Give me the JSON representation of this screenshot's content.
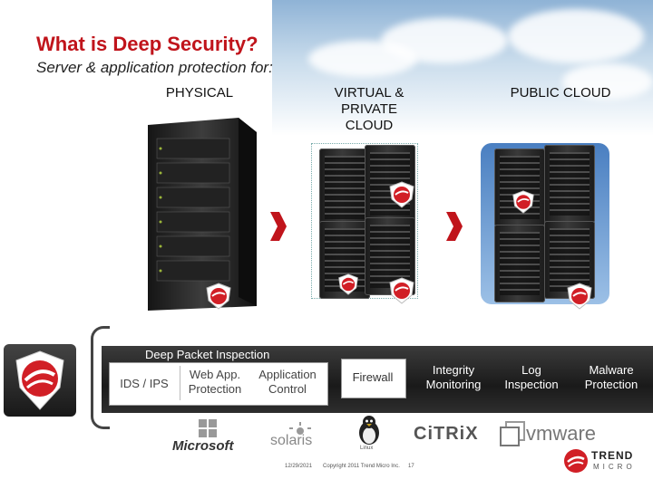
{
  "slide": {
    "title": "What is Deep Security?",
    "subtitle": "Server & application protection for:"
  },
  "columns": {
    "physical": "PHYSICAL",
    "virtual": "VIRTUAL &\nPRIVATE\nCLOUD",
    "public": "PUBLIC CLOUD"
  },
  "modules": {
    "dpi_title": "Deep Packet Inspection",
    "ids": "IDS / IPS",
    "webapp": "Web App.\nProtection",
    "appcontrol": "Application\nControl",
    "firewall": "Firewall",
    "integrity": "Integrity\nMonitoring",
    "log": "Log\nInspection",
    "malware": "Malware\nProtection"
  },
  "logos": {
    "microsoft": "Microsoft",
    "solaris": "solaris",
    "linux": "Linux",
    "citrix": "CiTRiX",
    "vmware": "vmware",
    "trend_line1": "TREND",
    "trend_line2": "MICRO"
  },
  "footer": {
    "date": "12/29/2021",
    "copyright": "Copyright 2011 Trend Micro Inc.",
    "page": "17"
  },
  "colors": {
    "accent_red": "#c0141b",
    "dark_band": "#1a1a1a"
  }
}
